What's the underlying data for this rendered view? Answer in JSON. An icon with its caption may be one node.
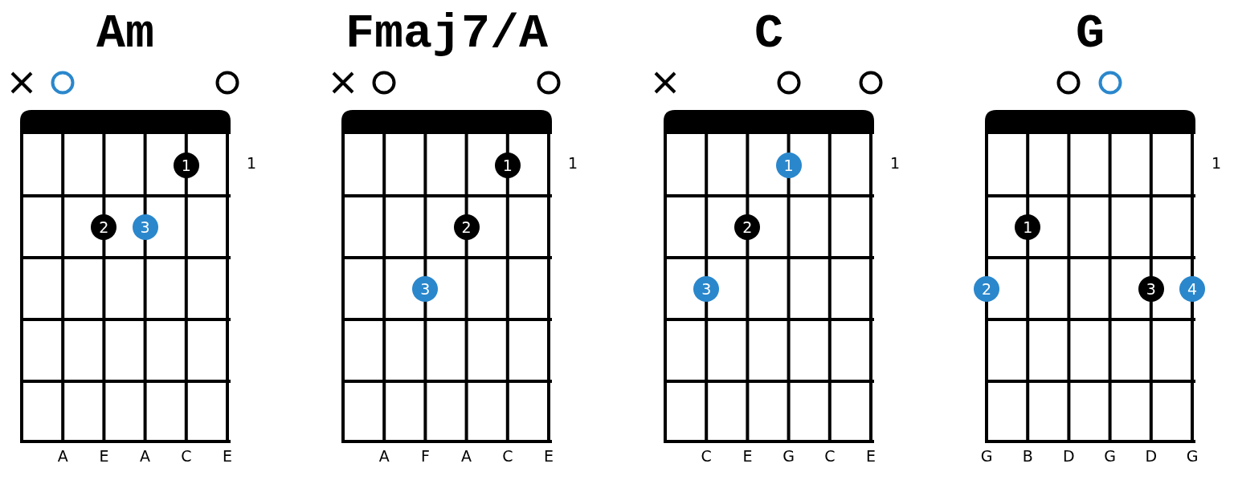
{
  "diagram": {
    "nodes": [
      {
        "text": [],
        "shape": "box"
      },
      {
        "text": [
          "1"
        ],
        "in": 0
      },
      {
        "text": [
          "2"
        ],
        "in": 0
      },
      {
        "text": [
          "3"
        ],
        "in": 0
      },
      {
        "text": [],
        "shape": "box"
      },
      {
        "text": [
          "1"
        ],
        "in": 4
      },
      {
        "text": [
          "2"
        ],
        "in": 4
      },
      {
        "text": [
          "3"
        ],
        "in": 4
      },
      {
        "text": [],
        "shape": "box"
      },
      {
        "text": [
          "1"
        ],
        "in": 8
      },
      {
        "text": [
          "2"
        ],
        "in": 8
      },
      {
        "text": [
          "3"
        ],
        "in": 8
      },
      {
        "text": [],
        "shape": "box"
      },
      {
        "text": [
          "1"
        ],
        "in": 12
      },
      {
        "text": [
          "2"
        ],
        "in": 12
      },
      {
        "text": [
          "3"
        ],
        "in": 12
      },
      {
        "text": [
          "4"
        ],
        "in": 12
      }
    ],
    "labels": [
      "Am",
      "Fmaj7/A",
      "C",
      "G",
      "1",
      "1",
      "1",
      "1",
      "A",
      "E",
      "A",
      "C",
      "E",
      "A",
      "F",
      "A",
      "C",
      "E",
      "C",
      "E",
      "G",
      "C",
      "E",
      "G",
      "B",
      "D",
      "G",
      "D",
      "G"
    ]
  }
}
